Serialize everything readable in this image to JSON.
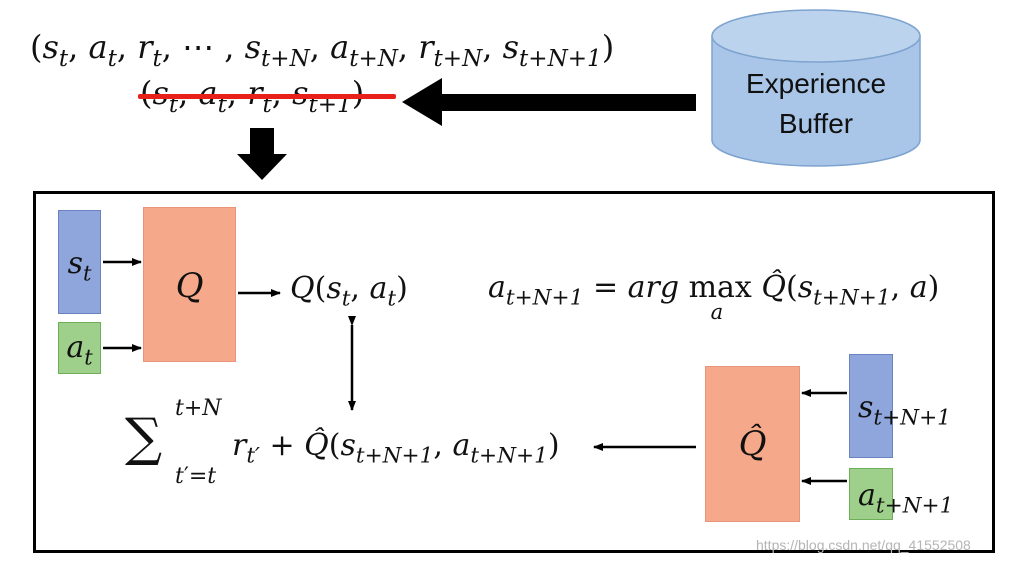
{
  "transition": {
    "n_step_tuple": "(s_t, a_t, r_t, ⋯, s_{t+N}, a_{t+N}, r_{t+N}, s_{t+N+1})",
    "single_step_tuple_struck": "(s_t, a_t, r_t, s_{t+1})"
  },
  "buffer": {
    "label_line1": "Experience",
    "label_line2": "Buffer"
  },
  "network_q": {
    "input_state": "s_t",
    "input_action": "a_t",
    "name": "Q",
    "output": "Q(s_t, a_t)"
  },
  "action_selection": "a_{t+N+1} = arg max_a Q̂(s_{t+N+1}, a)",
  "target": {
    "sum_upper": "t+N",
    "sum_lower": "t′=t",
    "expression": "r_{t′} + Q̂(s_{t+N+1}, a_{t+N+1})"
  },
  "network_q_hat": {
    "name": "Q̂",
    "input_state": "s_{t+N+1}",
    "input_action": "a_{t+N+1}"
  },
  "watermark": "https://blog.csdn.net/qq_41552508",
  "colors": {
    "state_block": "#8fa6dc",
    "action_block": "#9fd08b",
    "network_block": "#f6a98a",
    "buffer_fill": "#a9c6e8",
    "strike": "#e8201a"
  }
}
